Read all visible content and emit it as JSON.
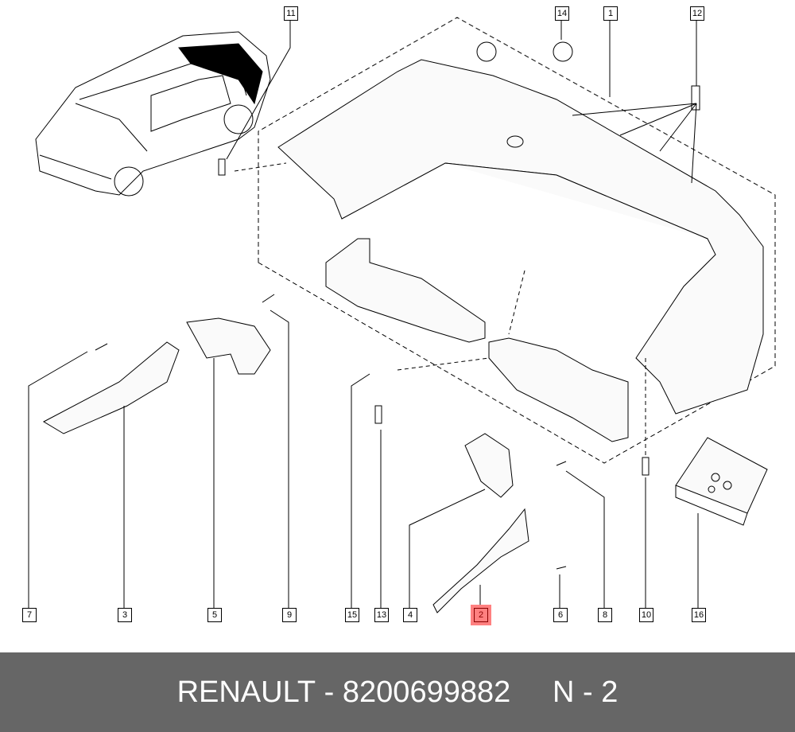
{
  "callouts": {
    "top": [
      "11",
      "14",
      "1",
      "12"
    ],
    "bottom": [
      "7",
      "3",
      "5",
      "9",
      "15",
      "13",
      "4",
      "2",
      "6",
      "8",
      "10",
      "16"
    ],
    "highlighted": "2"
  },
  "footer": {
    "brand": "RENAULT",
    "separator": " - ",
    "part_number": "8200699882",
    "gap": "     ",
    "position": "N - 2"
  },
  "colors": {
    "highlight": "#ff8080",
    "footer_bg": "#666666"
  }
}
